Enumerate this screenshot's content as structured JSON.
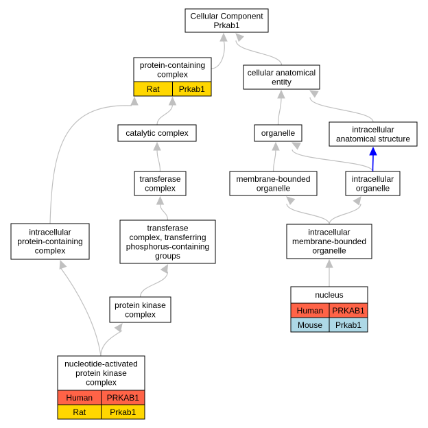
{
  "colors": {
    "human": "#ff6347",
    "rat": "#ffd700",
    "mouse": "#add8e6",
    "edge": "#c0c0c0",
    "edge_highlight": "#0000ff"
  },
  "nodes": {
    "root": [
      "Cellular Component",
      "Prkab1"
    ],
    "protein_containing_complex": [
      "protein-containing",
      "complex"
    ],
    "cellular_anatomical_entity": [
      "cellular anatomical",
      "entity"
    ],
    "catalytic_complex": [
      "catalytic complex"
    ],
    "organelle": [
      "organelle"
    ],
    "intracellular_anatomical_structure": [
      "intracellular",
      "anatomical structure"
    ],
    "transferase_complex": [
      "transferase",
      "complex"
    ],
    "membrane_bounded_organelle": [
      "membrane-bounded",
      "organelle"
    ],
    "intracellular_organelle": [
      "intracellular",
      "organelle"
    ],
    "intracellular_protein_containing_complex": [
      "intracellular",
      "protein-containing",
      "complex"
    ],
    "transferase_complex_phosphorus": [
      "transferase",
      "complex, transferring",
      "phosphorus-containing",
      "groups"
    ],
    "intracellular_membrane_bounded_organelle": [
      "intracellular",
      "membrane-bounded",
      "organelle"
    ],
    "nucleus": [
      "nucleus"
    ],
    "protein_kinase_complex": [
      "protein kinase",
      "complex"
    ],
    "nucleotide_activated": [
      "nucleotide-activated",
      "protein kinase",
      "complex"
    ]
  },
  "annotations": {
    "protein_containing_complex": [
      {
        "species": "Rat",
        "gene": "Prkab1",
        "color": "rat"
      }
    ],
    "nucleus": [
      {
        "species": "Human",
        "gene": "PRKAB1",
        "color": "human"
      },
      {
        "species": "Mouse",
        "gene": "Prkab1",
        "color": "mouse"
      }
    ],
    "nucleotide_activated": [
      {
        "species": "Human",
        "gene": "PRKAB1",
        "color": "human"
      },
      {
        "species": "Rat",
        "gene": "Prkab1",
        "color": "rat"
      }
    ]
  },
  "edges": [
    {
      "from": "protein_containing_complex",
      "to": "root"
    },
    {
      "from": "cellular_anatomical_entity",
      "to": "root"
    },
    {
      "from": "catalytic_complex",
      "to": "protein_containing_complex"
    },
    {
      "from": "intracellular_protein_containing_complex",
      "to": "protein_containing_complex"
    },
    {
      "from": "transferase_complex",
      "to": "catalytic_complex"
    },
    {
      "from": "transferase_complex_phosphorus",
      "to": "transferase_complex"
    },
    {
      "from": "protein_kinase_complex",
      "to": "transferase_complex_phosphorus"
    },
    {
      "from": "nucleotide_activated",
      "to": "protein_kinase_complex"
    },
    {
      "from": "nucleotide_activated",
      "to": "intracellular_protein_containing_complex"
    },
    {
      "from": "organelle",
      "to": "cellular_anatomical_entity"
    },
    {
      "from": "intracellular_anatomical_structure",
      "to": "cellular_anatomical_entity"
    },
    {
      "from": "membrane_bounded_organelle",
      "to": "organelle"
    },
    {
      "from": "intracellular_organelle",
      "to": "organelle"
    },
    {
      "from": "intracellular_organelle",
      "to": "intracellular_anatomical_structure",
      "highlight": true
    },
    {
      "from": "intracellular_membrane_bounded_organelle",
      "to": "membrane_bounded_organelle"
    },
    {
      "from": "intracellular_membrane_bounded_organelle",
      "to": "intracellular_organelle"
    },
    {
      "from": "nucleus",
      "to": "intracellular_membrane_bounded_organelle"
    }
  ]
}
